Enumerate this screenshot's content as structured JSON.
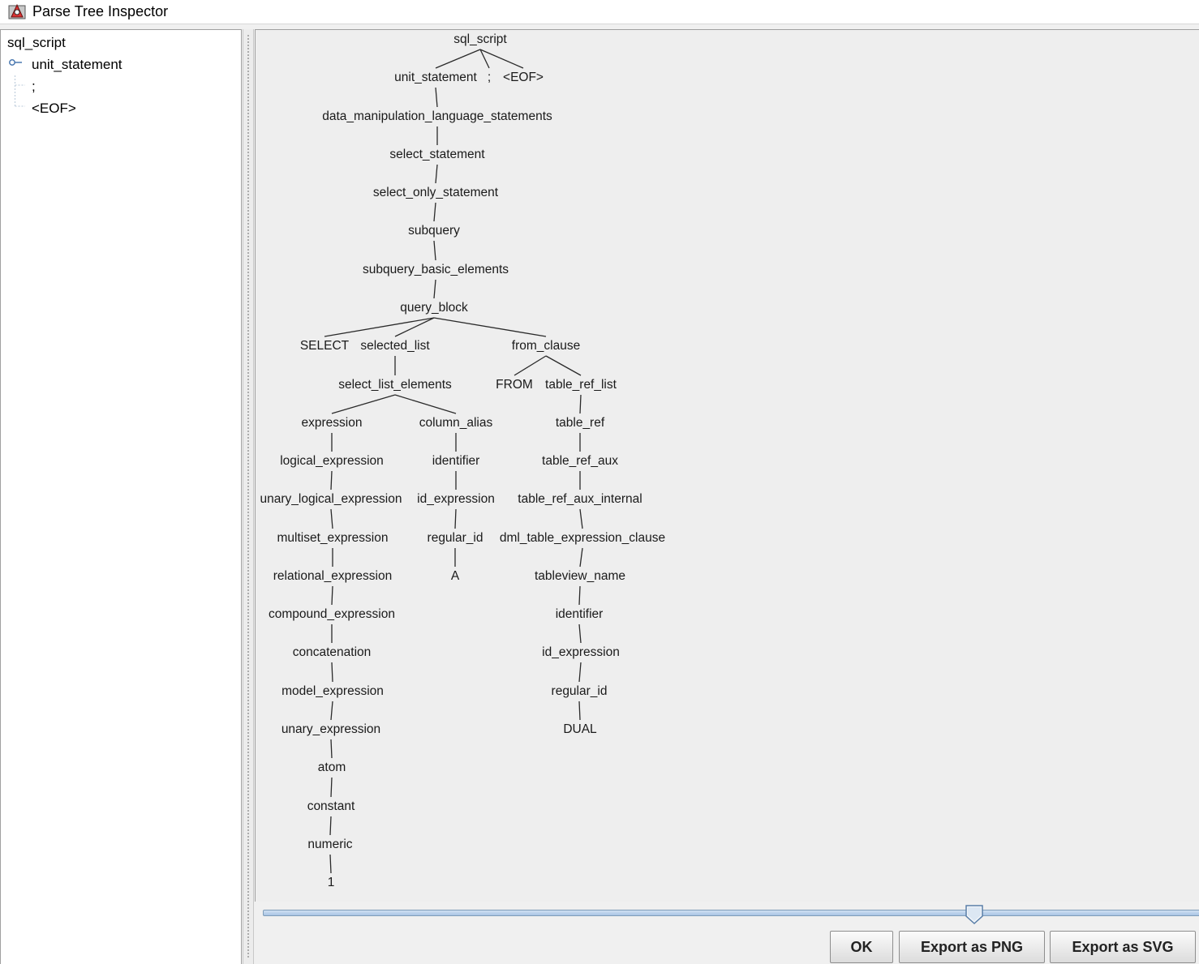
{
  "window": {
    "title": "Parse Tree Inspector"
  },
  "tree_panel": {
    "root": "sql_script",
    "children": [
      "unit_statement",
      ";",
      "<EOF>"
    ]
  },
  "parse_tree": {
    "nodes": [
      {
        "id": "n1",
        "label": "sql_script"
      },
      {
        "id": "n2",
        "label": "unit_statement"
      },
      {
        "id": "n3",
        "label": ";"
      },
      {
        "id": "n4",
        "label": "<EOF>"
      },
      {
        "id": "n5",
        "label": "data_manipulation_language_statements"
      },
      {
        "id": "n6",
        "label": "select_statement"
      },
      {
        "id": "n7",
        "label": "select_only_statement"
      },
      {
        "id": "n8",
        "label": "subquery"
      },
      {
        "id": "n9",
        "label": "subquery_basic_elements"
      },
      {
        "id": "n10",
        "label": "query_block"
      },
      {
        "id": "n11",
        "label": "SELECT"
      },
      {
        "id": "n12",
        "label": "selected_list"
      },
      {
        "id": "n13",
        "label": "from_clause"
      },
      {
        "id": "n14",
        "label": "select_list_elements"
      },
      {
        "id": "n15",
        "label": "FROM"
      },
      {
        "id": "n16",
        "label": "table_ref_list"
      },
      {
        "id": "n17",
        "label": "expression"
      },
      {
        "id": "n18",
        "label": "column_alias"
      },
      {
        "id": "n19",
        "label": "table_ref"
      },
      {
        "id": "n20",
        "label": "logical_expression"
      },
      {
        "id": "n21",
        "label": "identifier"
      },
      {
        "id": "n22",
        "label": "table_ref_aux"
      },
      {
        "id": "n23",
        "label": "unary_logical_expression"
      },
      {
        "id": "n24",
        "label": "id_expression"
      },
      {
        "id": "n25",
        "label": "table_ref_aux_internal"
      },
      {
        "id": "n26",
        "label": "multiset_expression"
      },
      {
        "id": "n27",
        "label": "regular_id"
      },
      {
        "id": "n28",
        "label": "dml_table_expression_clause"
      },
      {
        "id": "n29",
        "label": "relational_expression"
      },
      {
        "id": "n30",
        "label": "A"
      },
      {
        "id": "n31",
        "label": "tableview_name"
      },
      {
        "id": "n32",
        "label": "compound_expression"
      },
      {
        "id": "n33",
        "label": "identifier"
      },
      {
        "id": "n34",
        "label": "concatenation"
      },
      {
        "id": "n35",
        "label": "id_expression"
      },
      {
        "id": "n36",
        "label": "model_expression"
      },
      {
        "id": "n37",
        "label": "regular_id"
      },
      {
        "id": "n38",
        "label": "unary_expression"
      },
      {
        "id": "n39",
        "label": "DUAL"
      },
      {
        "id": "n40",
        "label": "atom"
      },
      {
        "id": "n41",
        "label": "constant"
      },
      {
        "id": "n42",
        "label": "numeric"
      },
      {
        "id": "n43",
        "label": "1"
      }
    ],
    "edges": [
      [
        "n1",
        "n2"
      ],
      [
        "n1",
        "n3"
      ],
      [
        "n1",
        "n4"
      ],
      [
        "n2",
        "n5"
      ],
      [
        "n5",
        "n6"
      ],
      [
        "n6",
        "n7"
      ],
      [
        "n7",
        "n8"
      ],
      [
        "n8",
        "n9"
      ],
      [
        "n9",
        "n10"
      ],
      [
        "n10",
        "n11"
      ],
      [
        "n10",
        "n12"
      ],
      [
        "n10",
        "n13"
      ],
      [
        "n12",
        "n14"
      ],
      [
        "n13",
        "n15"
      ],
      [
        "n13",
        "n16"
      ],
      [
        "n14",
        "n17"
      ],
      [
        "n14",
        "n18"
      ],
      [
        "n16",
        "n19"
      ],
      [
        "n17",
        "n20"
      ],
      [
        "n18",
        "n21"
      ],
      [
        "n19",
        "n22"
      ],
      [
        "n20",
        "n23"
      ],
      [
        "n21",
        "n24"
      ],
      [
        "n22",
        "n25"
      ],
      [
        "n23",
        "n26"
      ],
      [
        "n24",
        "n27"
      ],
      [
        "n25",
        "n28"
      ],
      [
        "n26",
        "n29"
      ],
      [
        "n27",
        "n30"
      ],
      [
        "n28",
        "n31"
      ],
      [
        "n29",
        "n32"
      ],
      [
        "n31",
        "n33"
      ],
      [
        "n32",
        "n34"
      ],
      [
        "n33",
        "n35"
      ],
      [
        "n34",
        "n36"
      ],
      [
        "n35",
        "n37"
      ],
      [
        "n36",
        "n38"
      ],
      [
        "n37",
        "n39"
      ],
      [
        "n38",
        "n40"
      ],
      [
        "n40",
        "n41"
      ],
      [
        "n41",
        "n42"
      ],
      [
        "n42",
        "n43"
      ]
    ]
  },
  "zoom": {
    "level": 0.76
  },
  "buttons": {
    "ok": "OK",
    "export_png": "Export as PNG",
    "export_svg": "Export as SVG"
  }
}
